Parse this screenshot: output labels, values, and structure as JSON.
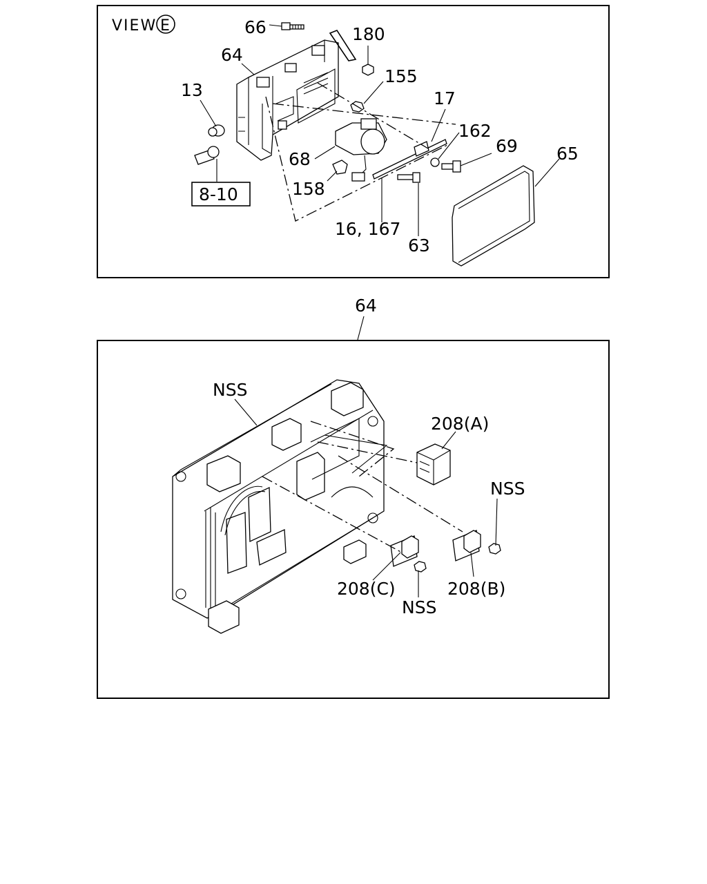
{
  "top_panel": {
    "view_prefix": "VIEW",
    "view_letter": "E",
    "callouts": {
      "c66": "66",
      "c64": "64",
      "c180": "180",
      "c155": "155",
      "c13": "13",
      "c17": "17",
      "c162": "162",
      "c69": "69",
      "c65": "65",
      "c68": "68",
      "c158": "158",
      "c8_10": "8-10",
      "c16_167": "16, 167",
      "c63": "63"
    }
  },
  "bottom_panel": {
    "header_callout": "64",
    "callouts": {
      "nss_main": "NSS",
      "c208a": "208(A)",
      "nss_right": "NSS",
      "c208c": "208(C)",
      "c208b": "208(B)",
      "nss_bottom": "NSS"
    }
  }
}
